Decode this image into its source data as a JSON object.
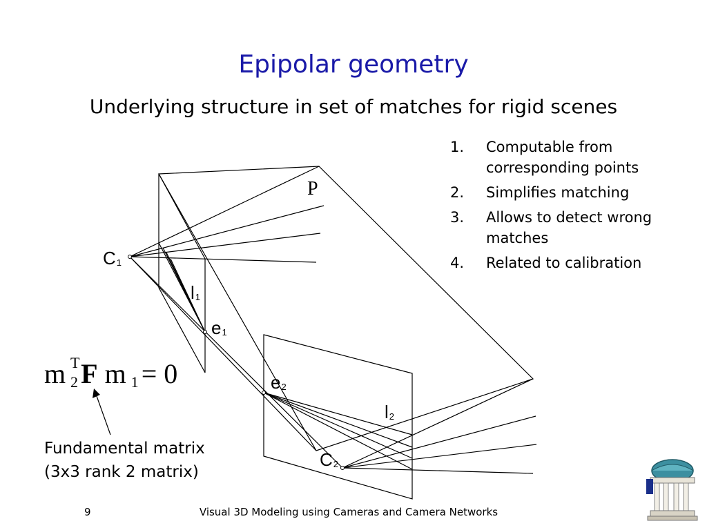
{
  "slide": {
    "title": "Epipolar geometry",
    "subtitle": "Underlying structure in set of matches for rigid scenes",
    "points": [
      {
        "num": "1.",
        "text": "Computable from corresponding points"
      },
      {
        "num": "2.",
        "text": "Simplifies matching"
      },
      {
        "num": "3.",
        "text": "Allows to detect wrong matches"
      },
      {
        "num": "4.",
        "text": "Related to calibration"
      }
    ],
    "diagram": {
      "plane_label": "P",
      "c1": {
        "base": "C",
        "sub": "1"
      },
      "c2": {
        "base": "C",
        "sub": "2"
      },
      "l1": {
        "base": "l",
        "sub": "1"
      },
      "l2": {
        "base": "l",
        "sub": "2"
      },
      "e1": {
        "base": "e",
        "sub": "1"
      },
      "e2": {
        "base": "e",
        "sub": "2"
      }
    },
    "equation": {
      "m2": "m",
      "m2_sub": "2",
      "m2_sup": "T",
      "F": "F",
      "m1": "m",
      "m1_sub": "1",
      "rhs": "= 0"
    },
    "matrix_label": {
      "line1": "Fundamental matrix",
      "line2": "(3x3 rank 2 matrix)"
    },
    "page_number": "9",
    "footer": "Visual 3D Modeling using Cameras and Camera Networks",
    "logo_icon": "campus-pavilion-icon"
  }
}
